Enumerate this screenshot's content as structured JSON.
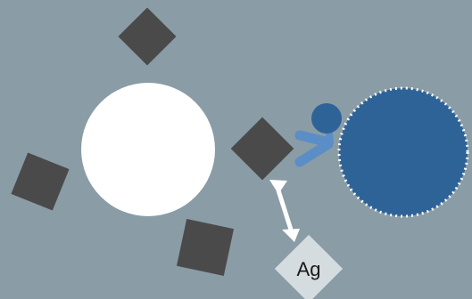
{
  "diagram": {
    "antigen_label": "Ag",
    "colors": {
      "background": "#8a9ca5",
      "carrier_particle": "#ffffff",
      "square_molecules": "#4a4a4a",
      "target_cell": "#2e6398",
      "target_cell_border": "#ffffff",
      "receptor": "#5b8ec6",
      "receptor_head": "#2e6398",
      "antigen_box": "#d5dcdf",
      "arrow": "#ffffff"
    },
    "icons": {
      "arrow": "double-headed-arrow",
      "receptor": "y-shaped-receptor"
    }
  }
}
